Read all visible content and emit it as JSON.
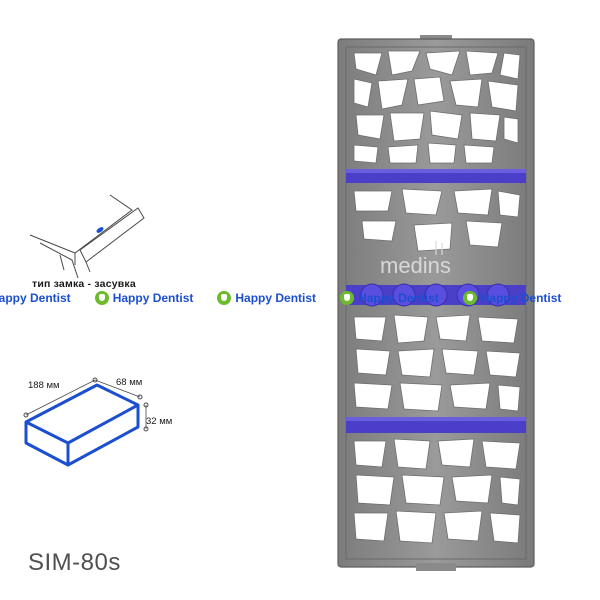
{
  "lock": {
    "caption": "тип замка - засувка"
  },
  "dimensions": {
    "length": "188 мм",
    "width": "68 мм",
    "height": "32 мм"
  },
  "model": "SIM-80s",
  "tray": {
    "brand": "medins"
  },
  "watermark": {
    "text": "Happy Dentist",
    "color": "#1b4fd0",
    "logo_color": "#6dbb2c"
  },
  "colors": {
    "accent_box": "#1b4fd0",
    "tray_steel": "#8f8f8f",
    "silicone": "#4b3fc9"
  }
}
